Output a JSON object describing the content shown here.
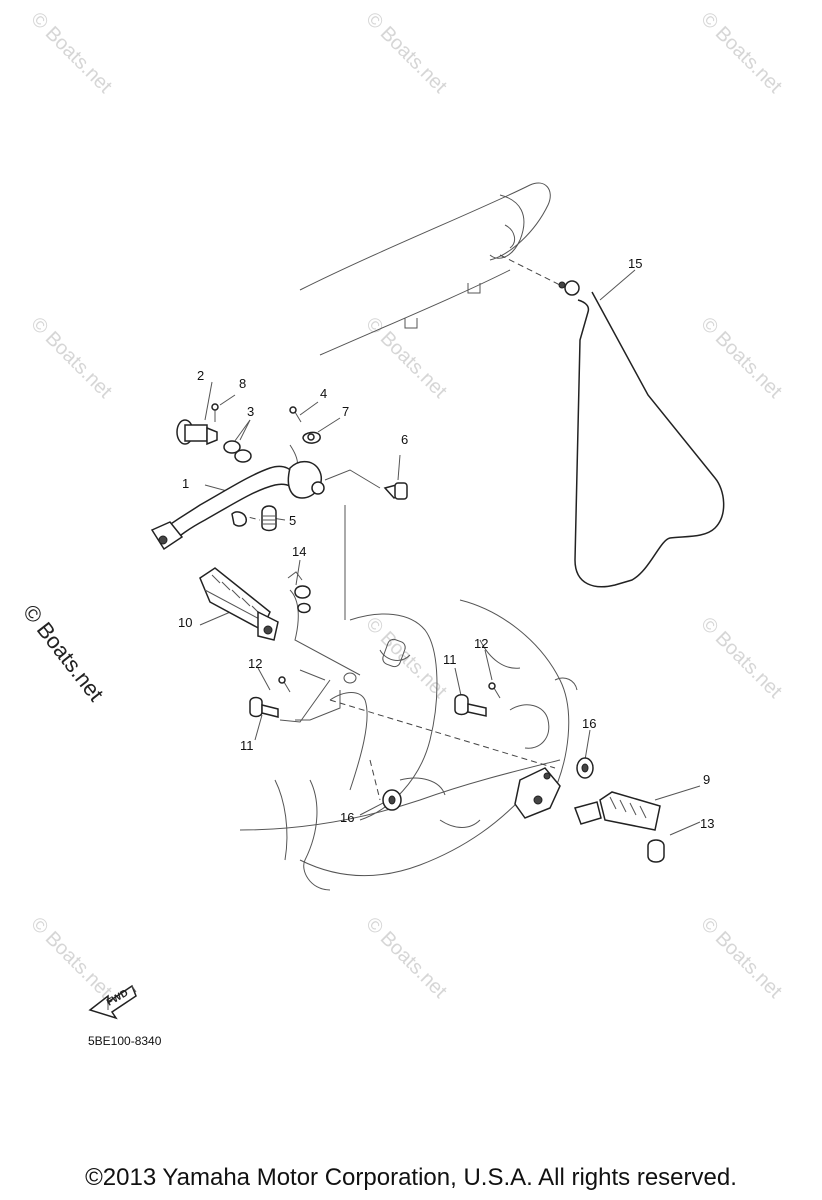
{
  "diagram": {
    "callouts": [
      {
        "id": "c1",
        "label": "1"
      },
      {
        "id": "c2",
        "label": "2"
      },
      {
        "id": "c3",
        "label": "3"
      },
      {
        "id": "c4",
        "label": "4"
      },
      {
        "id": "c5",
        "label": "5"
      },
      {
        "id": "c6",
        "label": "6"
      },
      {
        "id": "c7",
        "label": "7"
      },
      {
        "id": "c8",
        "label": "8"
      },
      {
        "id": "c9",
        "label": "9"
      },
      {
        "id": "c10",
        "label": "10"
      },
      {
        "id": "c11a",
        "label": "11"
      },
      {
        "id": "c11b",
        "label": "11"
      },
      {
        "id": "c12a",
        "label": "12"
      },
      {
        "id": "c12b",
        "label": "12"
      },
      {
        "id": "c13",
        "label": "13"
      },
      {
        "id": "c14",
        "label": "14"
      },
      {
        "id": "c15",
        "label": "15"
      },
      {
        "id": "c16a",
        "label": "16"
      },
      {
        "id": "c16b",
        "label": "16"
      }
    ],
    "fwd_label": "FWD",
    "part_code": "5BE100-8340"
  },
  "watermark": {
    "text": "© Boats.net",
    "side_text": "© Boats.net"
  },
  "copyright": "©2013 Yamaha Motor Corporation, U.S.A. All rights reserved."
}
